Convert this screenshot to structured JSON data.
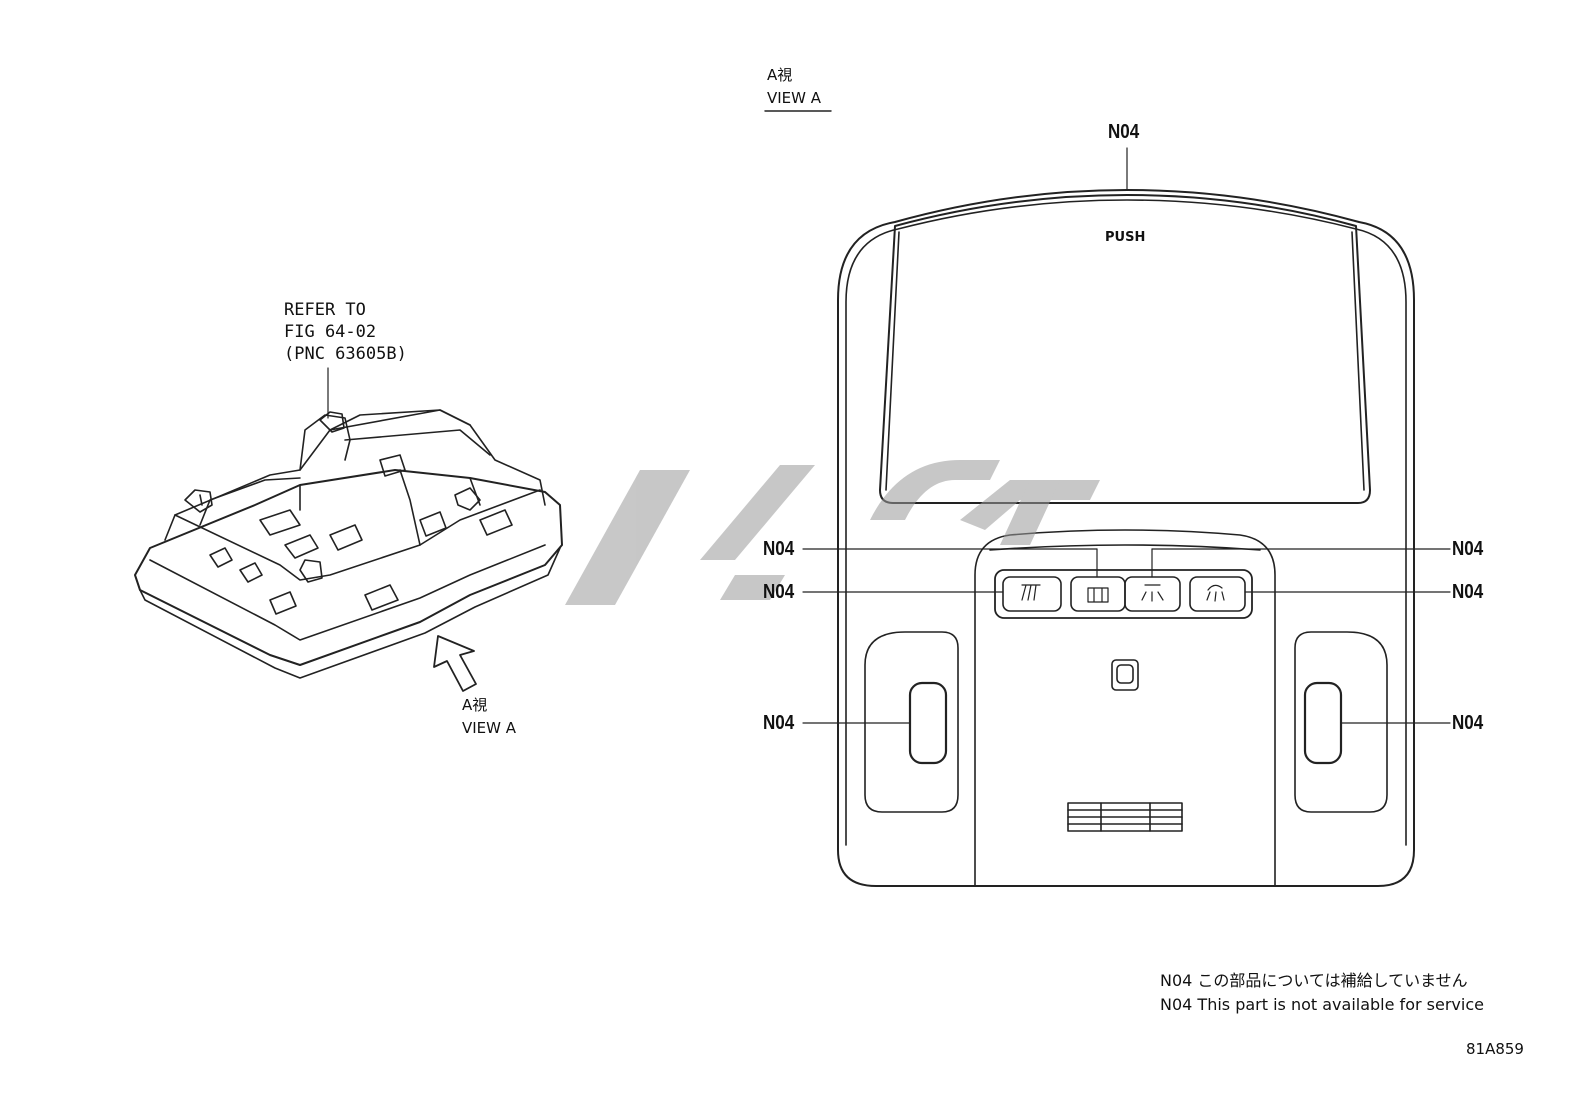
{
  "refer": {
    "line1": "REFER TO",
    "line2": "FIG 64-02",
    "line3": "(PNC 63605B)"
  },
  "view_a_arrow": {
    "jp": "A視",
    "en": "VIEW A"
  },
  "view_a_header": {
    "jp": "A視",
    "en": "VIEW A"
  },
  "console": {
    "push_label": "PUSH"
  },
  "callouts": {
    "top": "N04",
    "left_upper": "N04",
    "left_lower": "N04",
    "left_side": "N04",
    "right_upper": "N04",
    "right_lower": "N04",
    "right_side": "N04"
  },
  "notes": {
    "jp": "N04 この部品については補給していません",
    "en": "N04 This part is not available for service"
  },
  "figure_code": "81A859"
}
